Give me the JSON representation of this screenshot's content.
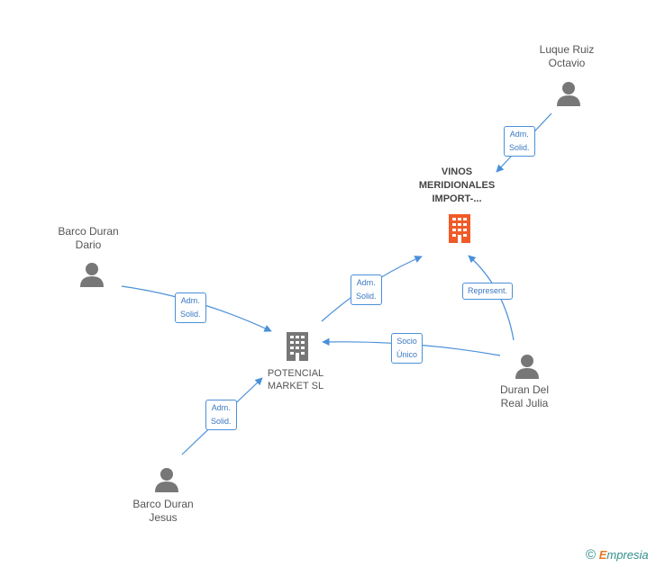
{
  "nodes": {
    "luque": {
      "line1": "Luque Ruiz",
      "line2": "Octavio"
    },
    "vinos": {
      "line1": "VINOS",
      "line2": "MERIDIONALES",
      "line3": "IMPORT-..."
    },
    "barco_dario": {
      "line1": "Barco Duran",
      "line2": "Dario"
    },
    "potencial": {
      "line1": "POTENCIAL",
      "line2": "MARKET SL"
    },
    "duran_julia": {
      "line1": "Duran Del",
      "line2": "Real Julia"
    },
    "barco_jesus": {
      "line1": "Barco Duran",
      "line2": "Jesus"
    }
  },
  "edges": {
    "luque_vinos": {
      "line1": "Adm.",
      "line2": "Solid."
    },
    "dario_potencial": {
      "line1": "Adm.",
      "line2": "Solid."
    },
    "potencial_vinos": {
      "line1": "Adm.",
      "line2": "Solid."
    },
    "julia_vinos": {
      "line1": "Represent."
    },
    "julia_potencial": {
      "line1": "Socio",
      "line2": "Único"
    },
    "jesus_potencial": {
      "line1": "Adm.",
      "line2": "Solid."
    }
  },
  "brand": {
    "symbol": "©",
    "first": "E",
    "rest": "mpresia"
  },
  "colors": {
    "edge": "#4a90d9",
    "main_company": "#f05a28",
    "company": "#777777",
    "person": "#777777"
  }
}
